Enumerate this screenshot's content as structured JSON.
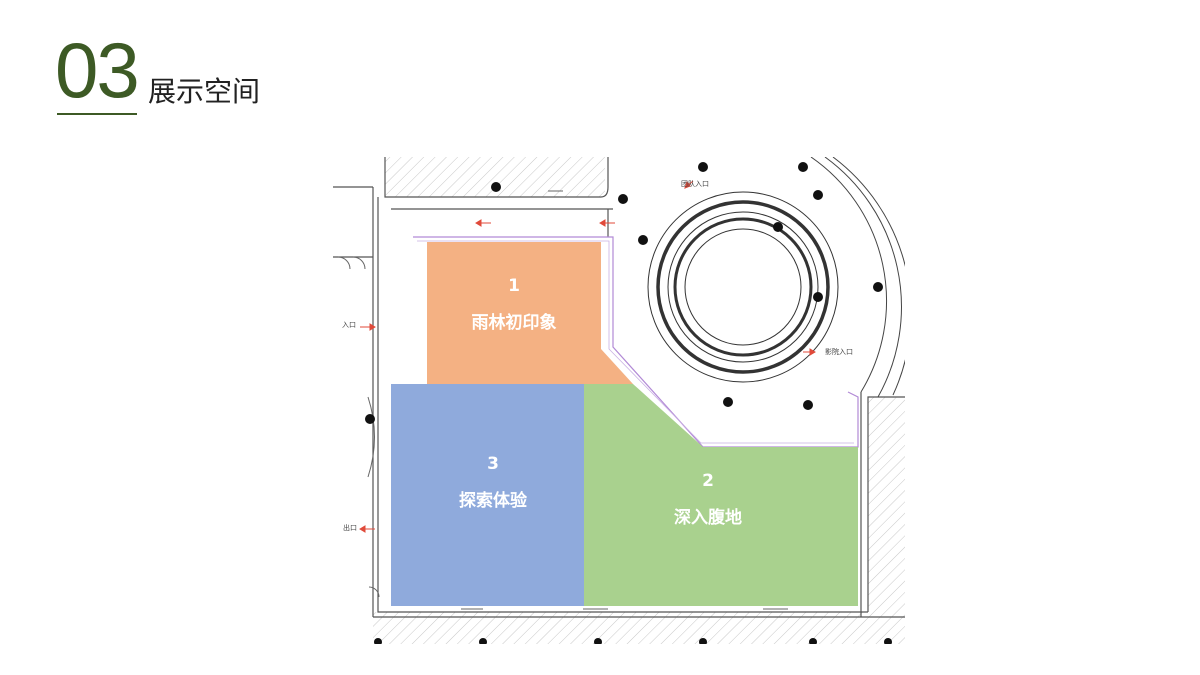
{
  "section": {
    "number": "03",
    "title": "展示空间"
  },
  "floorplan": {
    "labels": {
      "entrance": "入口",
      "exit": "出口",
      "group_entrance": "团队入口",
      "theater_entrance": "影院入口"
    },
    "zones": [
      {
        "number": "1",
        "name": "雨林初印象",
        "color": "#f4b183"
      },
      {
        "number": "2",
        "name": "深入腹地",
        "color": "#a9d18e"
      },
      {
        "number": "3",
        "name": "探索体验",
        "color": "#8faadc"
      }
    ]
  }
}
